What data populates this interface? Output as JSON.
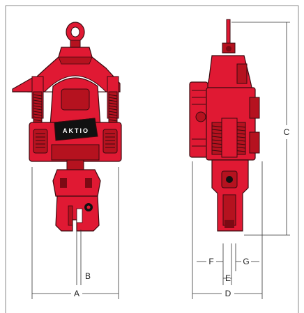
{
  "figure": {
    "brand_text": "AKTIO",
    "colors": {
      "body_red": "#e01933",
      "dark_red": "#b5121f",
      "shadow": "#7c0a14",
      "outline": "#3a0a0f",
      "black": "#111111",
      "frame": "#8a8a8a"
    },
    "dimension_labels": {
      "A": "A",
      "B": "B",
      "C": "C",
      "D": "D",
      "E": "E",
      "F": "F",
      "G": "G"
    }
  }
}
